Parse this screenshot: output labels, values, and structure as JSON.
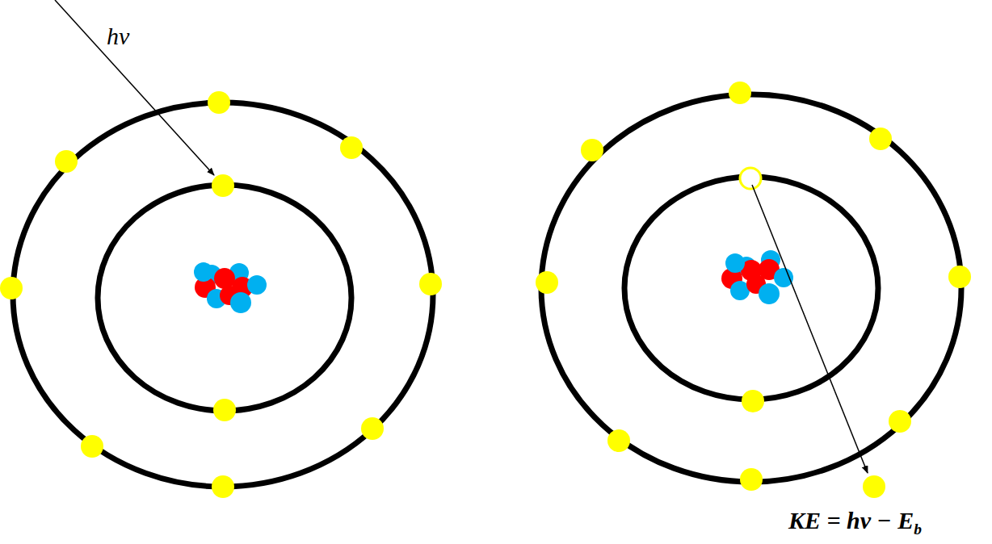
{
  "diagram": {
    "labels": [
      "hν",
      "KE = hν − E",
      "b"
    ]
  }
}
